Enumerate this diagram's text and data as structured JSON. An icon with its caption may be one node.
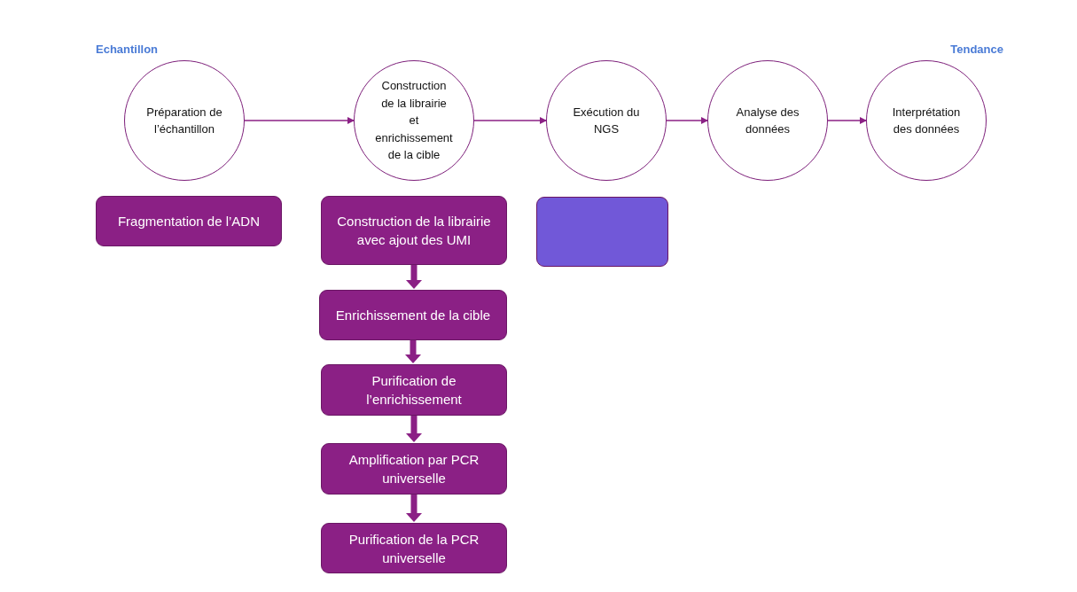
{
  "diagram": {
    "nodes": [
      {
        "text": [
          "Préparation de l’échantillon"
        ]
      },
      {
        "text": [
          "Construction de la librairie et enrichissement de la cible"
        ]
      },
      {
        "text": [
          "Exécution du NGS"
        ]
      },
      {
        "text": [
          "Analyse des données"
        ]
      },
      {
        "text": [
          "Interprétation des données"
        ]
      },
      {
        "text": [
          "Fragmentation de l’ADN"
        ]
      },
      {
        "text": [
          "Construction de la librairie avec ajout des UMI"
        ]
      },
      {
        "text": [
          "Enrichissement de la cible"
        ]
      },
      {
        "text": [
          "Purification de l’enrichissement"
        ]
      },
      {
        "text": [
          "Amplification par PCR universelle"
        ]
      },
      {
        "text": [
          "Purification de la PCR universelle"
        ]
      },
      {
        "text": [],
        "shape": "box"
      }
    ],
    "edges": [
      {
        "from": 0,
        "to": 1,
        "arrow": "to"
      },
      {
        "from": 1,
        "to": 2,
        "arrow": "to"
      },
      {
        "from": 2,
        "to": 3,
        "arrow": "to"
      },
      {
        "from": 3,
        "to": 4,
        "arrow": "to"
      },
      {
        "from": 6,
        "to": 7,
        "arrow": "to",
        "style": "thick"
      },
      {
        "from": 7,
        "to": 8,
        "arrow": "to",
        "style": "thick"
      },
      {
        "from": 8,
        "to": 9,
        "arrow": "to",
        "style": "thick"
      },
      {
        "from": 9,
        "to": 10,
        "arrow": "to",
        "style": "thick"
      }
    ],
    "labels": [
      "Echantillon",
      "Tendance"
    ]
  }
}
